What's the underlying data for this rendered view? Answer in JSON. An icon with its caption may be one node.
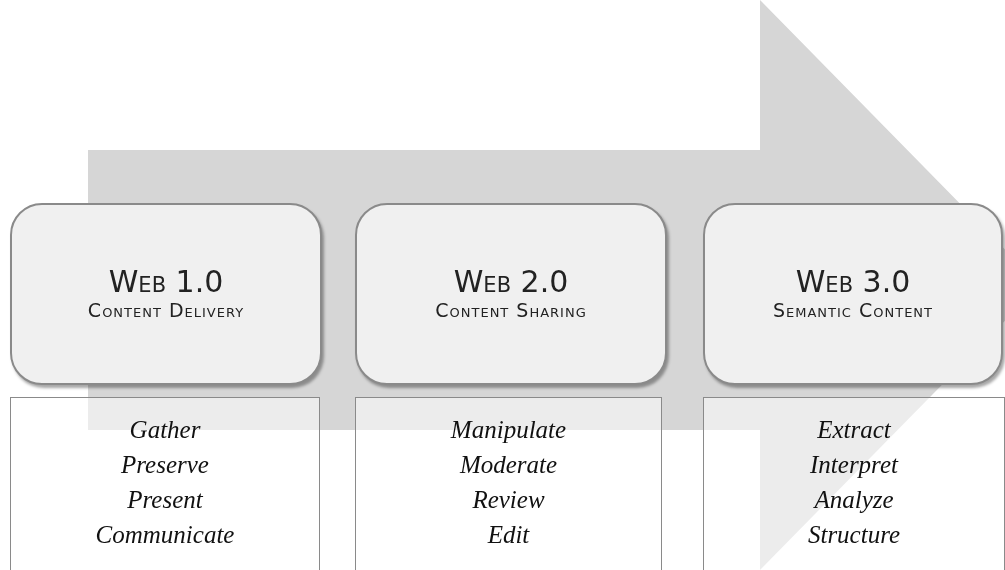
{
  "diagram": {
    "nodes": [
      {
        "text": [
          "Web 1.0",
          "Content Delivery"
        ]
      },
      {
        "text": [
          "Web 2.0",
          "Content Sharing"
        ]
      },
      {
        "text": [
          "Web 3.0",
          "Semantic Content"
        ]
      },
      {
        "text": [
          "Gather",
          "Preserve",
          "Present",
          "Communicate"
        ]
      },
      {
        "text": [
          "Manipulate",
          "Moderate",
          "Review",
          "Edit"
        ]
      },
      {
        "text": [
          "Extract",
          "Interpret",
          "Analyze",
          "Structure"
        ]
      }
    ]
  }
}
